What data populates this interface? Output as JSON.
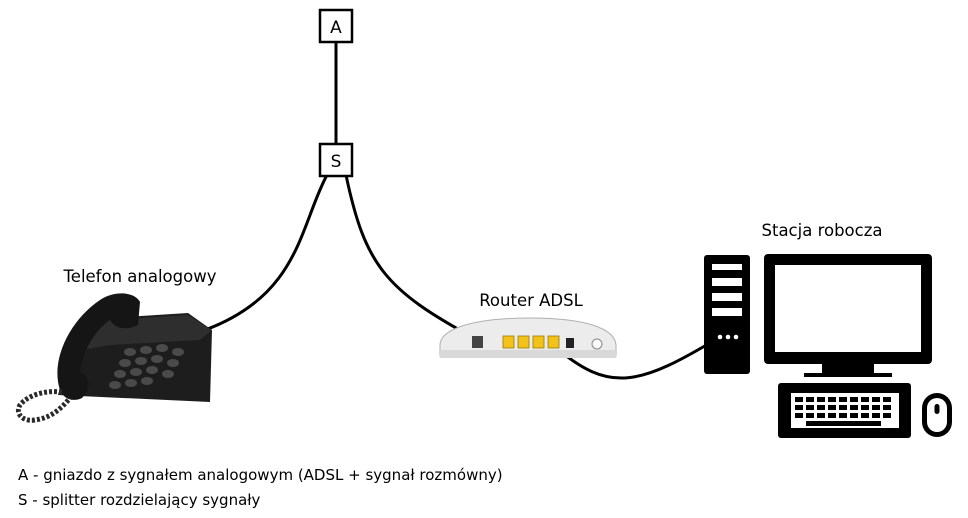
{
  "nodes": {
    "socket": {
      "label": "A"
    },
    "splitter": {
      "label": "S"
    }
  },
  "devices": {
    "phone": {
      "label": "Telefon analogowy",
      "icon": "analog-telephone-icon"
    },
    "router": {
      "label": "Router ADSL",
      "icon": "adsl-router-icon"
    },
    "workstation": {
      "label": "Stacja robocza",
      "icon": "desktop-computer-icon"
    }
  },
  "legend": {
    "a": "A - gniazdo z sygnałem analogowym (ADSL + sygnał rozmówny)",
    "s": "S - splitter rozdzielający sygnały"
  }
}
